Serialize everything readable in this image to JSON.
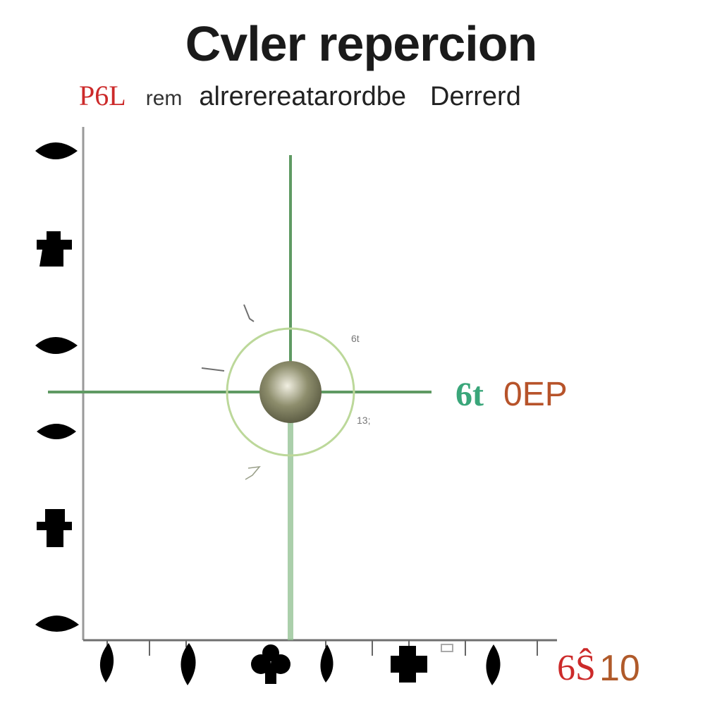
{
  "chart_data": {
    "type": "scatter",
    "title": "Cvler repercion",
    "subtitle": {
      "tag": "P6L",
      "small": "rem",
      "main": "alrerereatarordbe",
      "end": "Derrerd"
    },
    "xlabel": "",
    "ylabel": "",
    "grid": false,
    "points": [
      {
        "x": 0.45,
        "y": 0.5,
        "label": "0EP"
      }
    ],
    "annotations": [
      "6t",
      "0EP",
      "6Ŝ",
      "10"
    ],
    "xlim": [
      0,
      1
    ],
    "ylim": [
      0,
      1
    ],
    "y_tick_icons": [
      "leaf-icon",
      "chess-rook-icon",
      "leaf-icon",
      "leaf-icon",
      "pawn-icon",
      "leaf-icon"
    ],
    "x_tick_icons": [
      "leaf-icon",
      "leaf-icon",
      "club-icon",
      "leaf-icon",
      "cross-icon",
      "leaf-icon"
    ],
    "colors": {
      "axis": "#9a9a9a",
      "crosshair": "#5f9a63",
      "ring": "#bcd89a",
      "point": "#7a7a5c",
      "label_green": "#3aa67a",
      "label_brown": "#b7532a",
      "accent_red": "#cc2a2a"
    }
  },
  "corner": {
    "red_tag": "6Ŝ",
    "value": "10"
  },
  "notes": {
    "n1": "6t",
    "n2": "13;"
  }
}
